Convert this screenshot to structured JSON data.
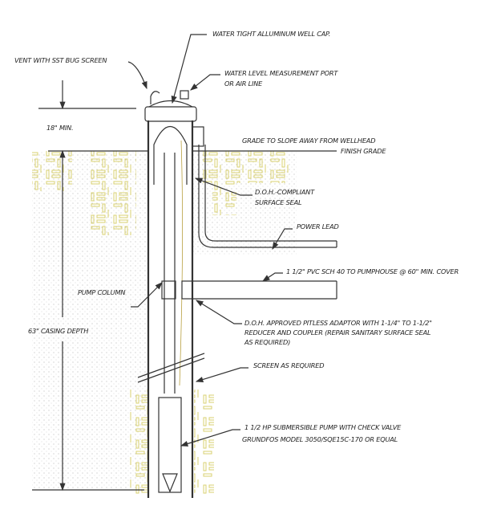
{
  "labels": {
    "well_cap": "WATER TIGHT ALLUMINUM WELL CAP.",
    "vent": "VENT WITH SST BUG SCREEN",
    "port_1": "WATER LEVEL MEASUREMENT PORT",
    "port_2": "OR AIR LINE",
    "min_height": "18\" MIN.",
    "grade_slope": "GRADE TO SLOPE AWAY FROM WELLHEAD",
    "finish_grade": "FINISH GRADE",
    "seal_1": "D.O.H.-COMPLIANT",
    "seal_2": "SURFACE SEAL",
    "power_lead": "POWER LEAD",
    "pvc": "1 1/2\" PVC SCH 40 TO PUMPHOUSE @ 60\" MIN. COVER",
    "pump_column": "PUMP COLUMN",
    "adaptor_1": "D.O.H. APPROVED PITLESS ADAPTOR WITH 1-1/4\" TO 1-1/2\"",
    "adaptor_2": "REDUCER AND COUPLER (REPAIR SANITARY SURFACE SEAL",
    "adaptor_3": "AS REQUIRED)",
    "casing_depth": "63\" CASING DEPTH",
    "screen": "SCREEN AS REQUIRED",
    "pump_1": "1 1/2  HP SUBMERSIBLE PUMP WITH CHECK VALVE",
    "pump_2": "GRUNDFOS MODEL 3050/SQE15C-170 OR EQUAL"
  },
  "colors": {
    "line": "#333333",
    "soil_hatch": "#d8d070",
    "stipple": "#bbbbbb"
  }
}
